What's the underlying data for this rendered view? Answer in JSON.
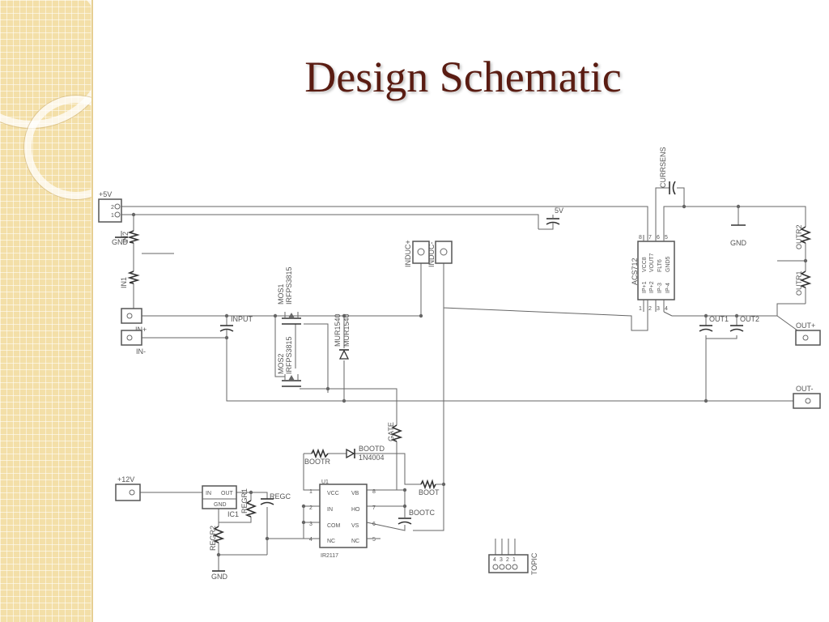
{
  "slide": {
    "title": "Design Schematic"
  },
  "labels": {
    "p5v": "+5V",
    "gnd_a": "GND",
    "in2": "IN2",
    "in1": "IN1",
    "inp": "IN+",
    "inm": "IN-",
    "input": "INPUT",
    "mos1": "MOS1",
    "mos2": "MOS2",
    "irf1": "IRFPS3815",
    "irf2": "IRFPS3815",
    "mur_a": "MUR1540",
    "mur_b": "MUR1540",
    "induc_p": "INDUC+",
    "induc_m": "INDUC-",
    "cap5v": "5V",
    "currsens": "CURRSENS",
    "acs": "ACS712",
    "vcc8": "VCC8",
    "vout7": "VOUT7",
    "flt6": "FLT6",
    "gnd5": "GND5",
    "ip1": "IP+1",
    "ip2": "IP+2",
    "ip3": "IP-3",
    "ip4": "IP-4",
    "gnd_b": "GND",
    "outr2": "OUTR2",
    "outr1": "OUTR1",
    "out1": "OUT1",
    "out2": "OUT2",
    "outp": "OUT+",
    "outm": "OUT-",
    "gate": "GATE",
    "bootr": "BOOTR",
    "bootd": "BOOTD",
    "n4004": "1N4004",
    "boot": "BOOT",
    "bootc": "BOOTC",
    "p12v": "+12V",
    "reg_in": "IN",
    "reg_out": "OUT",
    "reg_gnd": "GND",
    "ic1": "IC1",
    "regr1": "REGR1",
    "regc": "REGC",
    "regr2": "REGR2",
    "gnd_c": "GND",
    "u1": "U1",
    "u_vcc": "VCC",
    "u_in": "IN",
    "u_com": "COM",
    "u_nc": "NC",
    "u_vb": "VB",
    "u_ho": "HO",
    "u_vs": "VS",
    "u_nc2": "NC",
    "ir2117": "IR2117",
    "topic": "TOPIC",
    "pin1": "1",
    "pin2": "2",
    "pin3": "3",
    "pin4": "4",
    "pin5": "5",
    "pin6": "6",
    "pin7": "7",
    "pin8": "8"
  }
}
